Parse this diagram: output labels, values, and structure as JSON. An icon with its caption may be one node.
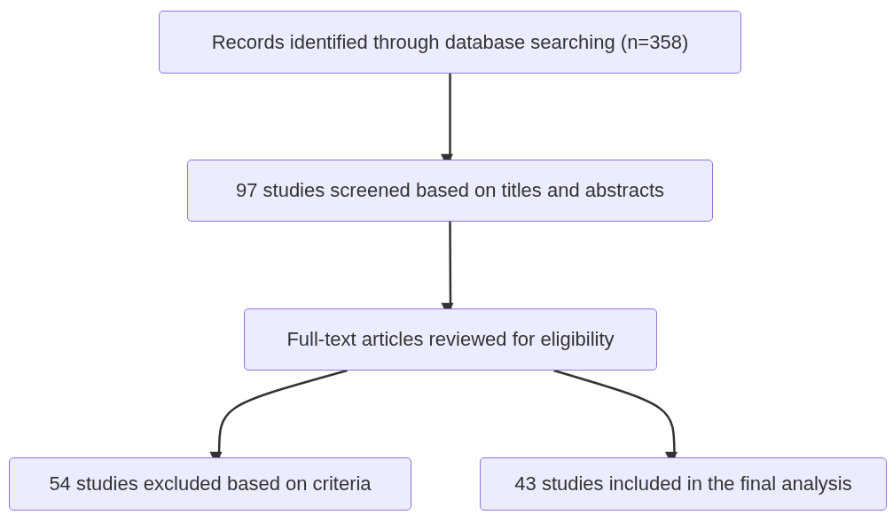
{
  "diagram": {
    "nodes": [
      {
        "text": [
          "Records identified through database searching (n=358)"
        ]
      },
      {
        "text": [
          "97 studies screened based on titles and abstracts"
        ]
      },
      {
        "text": [
          "Full-text articles reviewed for eligibility"
        ]
      },
      {
        "text": [
          "54 studies excluded based on criteria"
        ]
      },
      {
        "text": [
          "43 studies included in the final analysis"
        ]
      }
    ],
    "edges": [
      {
        "from": 0,
        "to": 1,
        "arrow": "to"
      },
      {
        "from": 1,
        "to": 2,
        "arrow": "to"
      },
      {
        "from": 2,
        "to": 3,
        "arrow": "to"
      },
      {
        "from": 2,
        "to": 4,
        "arrow": "to"
      }
    ]
  }
}
